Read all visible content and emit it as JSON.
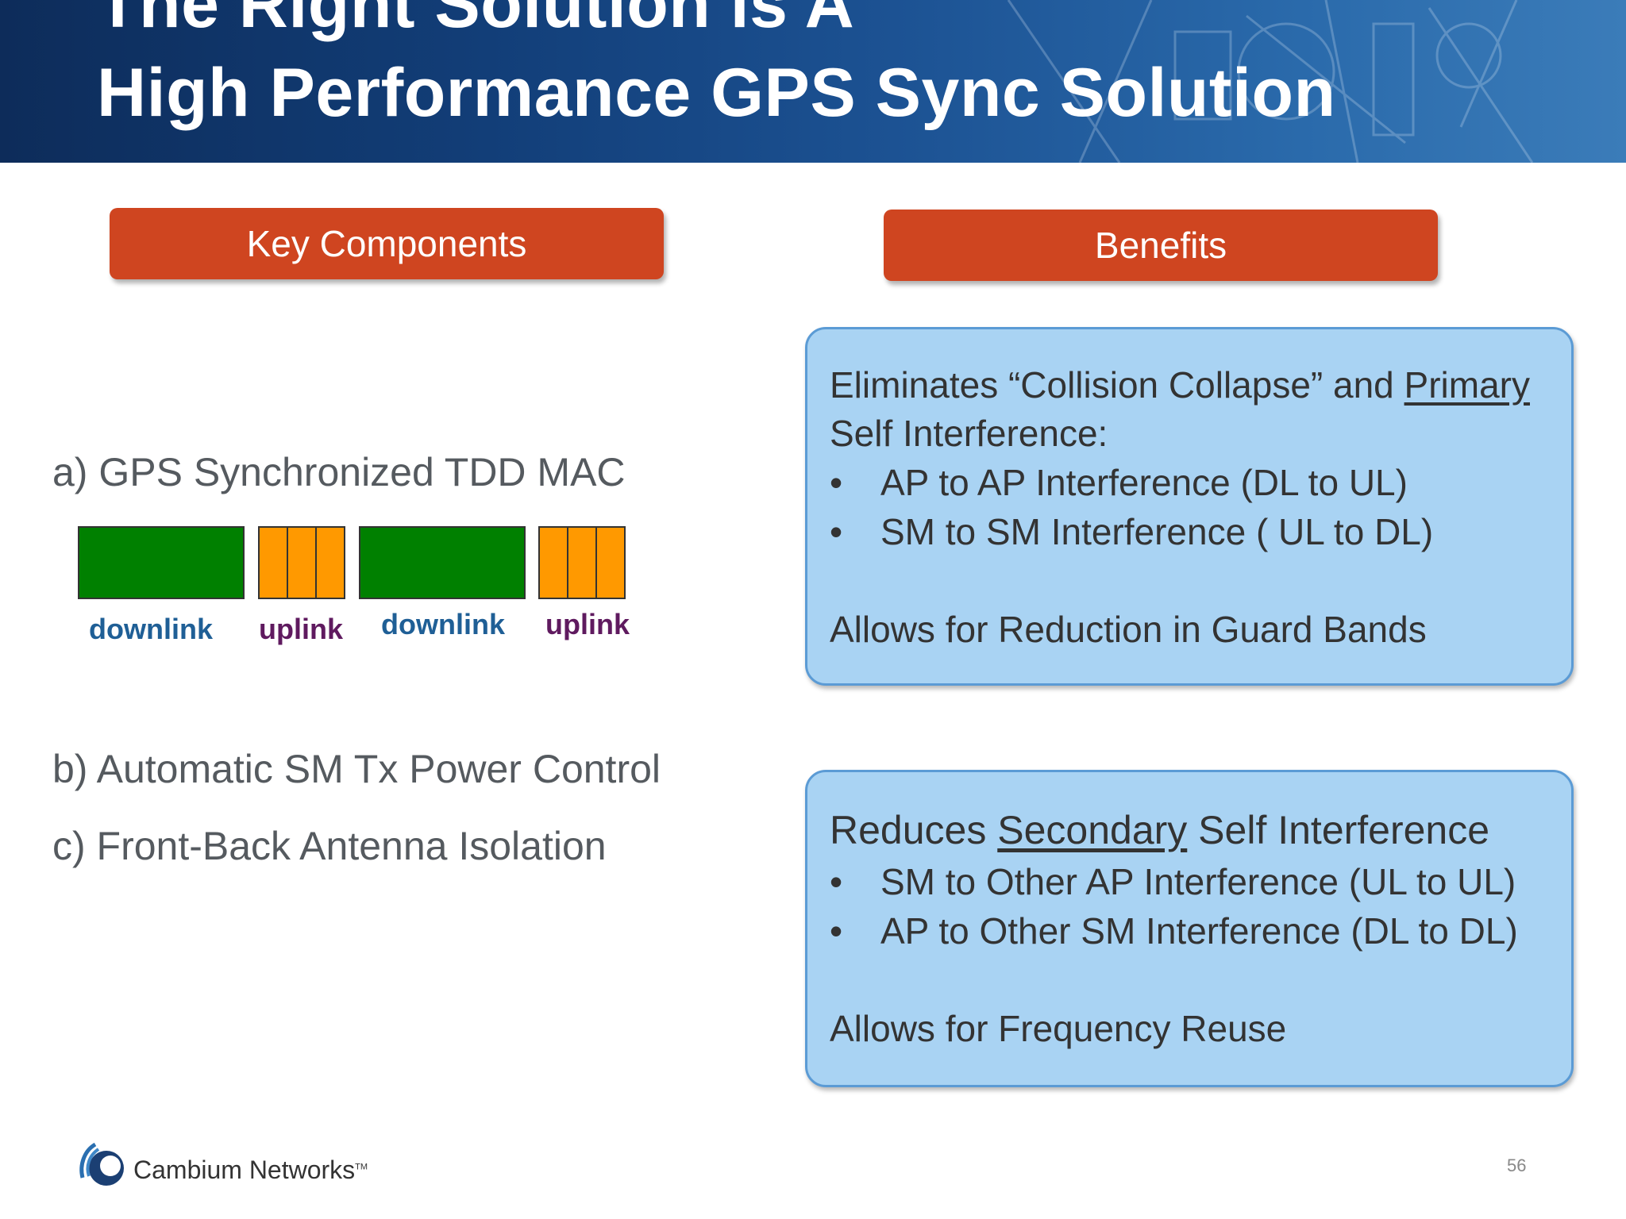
{
  "header": {
    "title_line1": "The Right Solution is A",
    "title_line2": "High Performance GPS Sync Solution"
  },
  "left": {
    "header_label": "Key Components",
    "item_a": "a) GPS Synchronized TDD MAC",
    "frame_labels": [
      "downlink",
      "uplink",
      "downlink",
      "uplink"
    ],
    "item_b": "b) Automatic SM Tx Power Control",
    "item_c": "c) Front-Back Antenna Isolation"
  },
  "right": {
    "header_label": "Benefits",
    "box1": {
      "line1_pre": "Eliminates “Collision Collapse” and ",
      "line1_u": "Primary",
      "line2": "Self Interference:",
      "bullets": [
        "AP to AP Interference (DL to UL)",
        "SM to SM Interference ( UL to DL)"
      ],
      "footer": "Allows for Reduction in Guard Bands"
    },
    "box2": {
      "title_pre": "Reduces ",
      "title_u": "Secondary",
      "title_post": " Self Interference",
      "bullets": [
        "SM to Other AP Interference (UL to UL)",
        "AP to Other SM Interference (DL to DL)"
      ],
      "footer": "Allows for Frequency Reuse"
    }
  },
  "bullet_glyph": "•",
  "footer": {
    "logo_text": "Cambium Networks",
    "logo_tm": "TM",
    "page_number": "56"
  },
  "colors": {
    "accent_orange": "#cf4520",
    "downlink_green": "#008000",
    "uplink_orange": "#ff9900",
    "box_fill": "#a9d3f3",
    "box_border": "#5b9bd5",
    "downlink_label": "#1f5f96",
    "uplink_label": "#5f1a5f"
  }
}
